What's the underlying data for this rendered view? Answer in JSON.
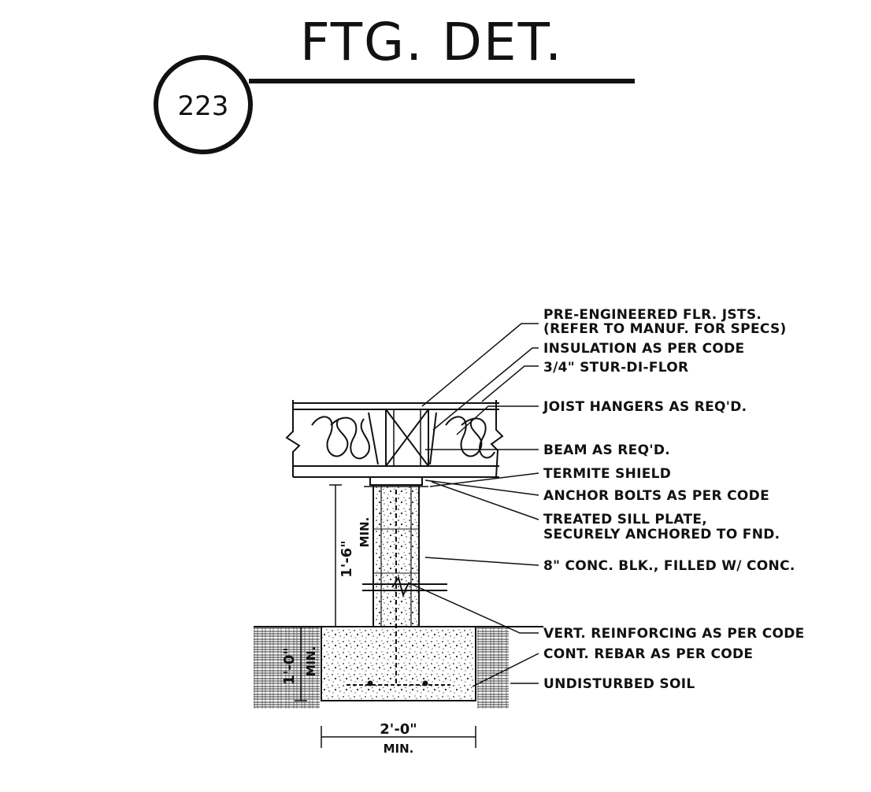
{
  "title": {
    "text": "FTG. DET.",
    "detail_number": "223"
  },
  "callouts": [
    "PRE-ENGINEERED FLR. JSTS.",
    "(REFER TO MANUF. FOR SPECS)",
    "INSULATION AS PER CODE",
    "3/4\" STUR-DI-FLOR",
    "JOIST HANGERS AS REQ'D.",
    "BEAM AS REQ'D.",
    "TERMITE SHIELD",
    "ANCHOR BOLTS AS PER CODE",
    "TREATED SILL PLATE,",
    "SECURELY ANCHORED TO FND.",
    "8\" CONC. BLK., FILLED W/ CONC.",
    "VERT. REINFORCING AS PER CODE",
    "CONT. REBAR AS PER CODE",
    "UNDISTURBED SOIL"
  ],
  "dimensions": {
    "wall_height": "1'-6\"",
    "wall_height_note": "MIN.",
    "footing_depth": "1'-0\"",
    "footing_depth_note": "MIN.",
    "footing_width": "2'-0\"",
    "footing_width_note": "MIN."
  }
}
